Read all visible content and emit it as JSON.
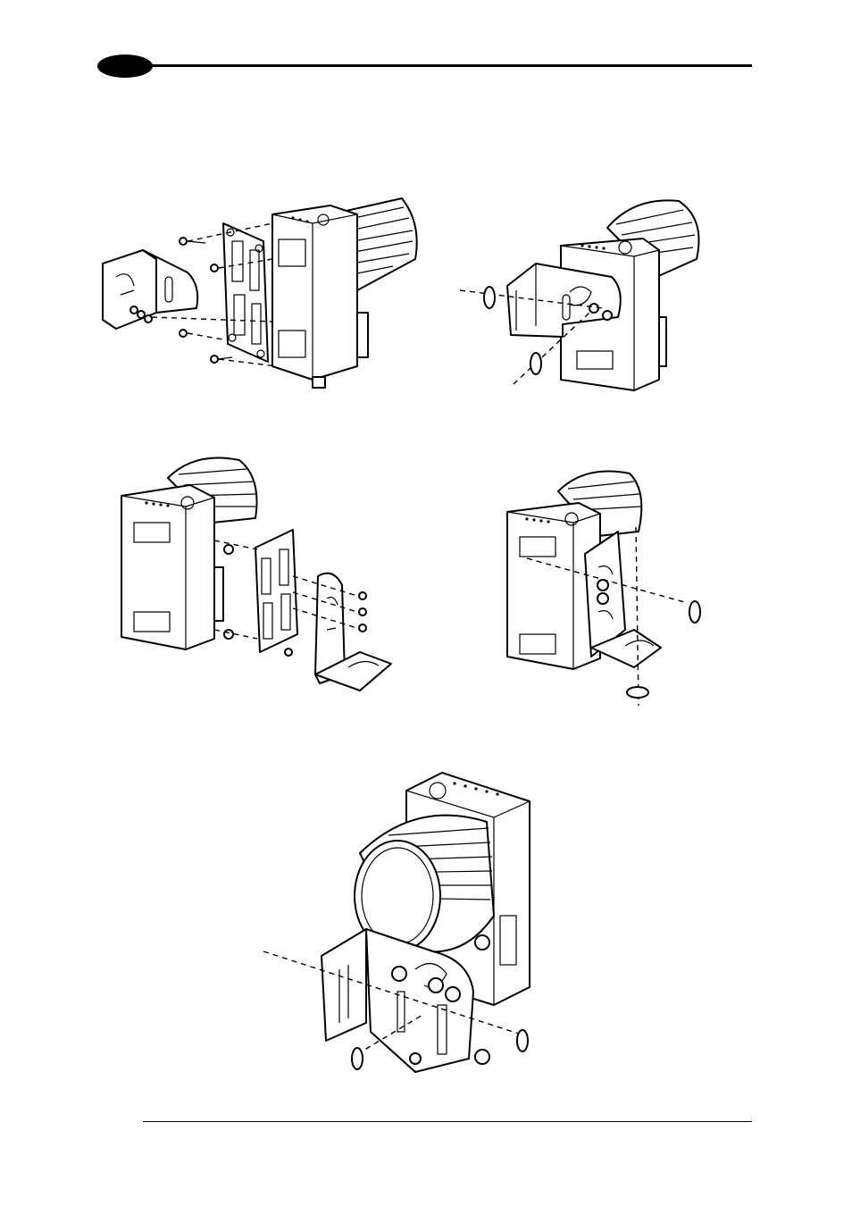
{
  "document": {
    "header": {},
    "figures": [
      {
        "id": "mounting-step-1"
      },
      {
        "id": "mounting-step-2"
      },
      {
        "id": "mounting-step-3"
      },
      {
        "id": "mounting-step-4"
      },
      {
        "id": "mounting-step-5"
      }
    ]
  }
}
